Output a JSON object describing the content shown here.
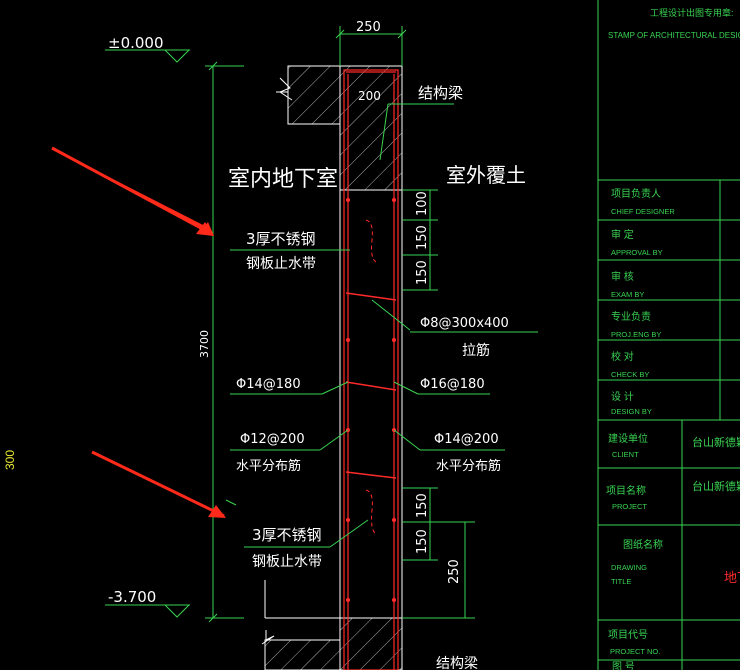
{
  "colors": {
    "background": "#000000",
    "text": "#ffffff",
    "dimension": "#39d352",
    "rebar": "#ff2a2a",
    "concrete": "#ffffff",
    "titleblock": "#39d352",
    "arrow": "#ff2a1a",
    "side_dim": "#e8e832"
  },
  "drawing": {
    "elevation_top": "±0.000",
    "elevation_bottom": "-3.700",
    "wall_thickness": "250",
    "beam_height": "200",
    "structural_beam": "结构梁",
    "total_height": "3700",
    "side_dim": "300",
    "indoor_label": "室内地下室",
    "outdoor_label": "室外覆土",
    "waterstop_line1": "3厚不锈钢",
    "waterstop_line2": "钢板止水带",
    "waterstop2_line1": "3厚不锈钢",
    "waterstop2_line2": "钢板止水带",
    "dim_top_100": "100",
    "dim_top_150a": "150",
    "dim_top_150b": "150",
    "dim_bot_150a": "150",
    "dim_bot_150b": "150",
    "dim_bot_250": "250",
    "tie_bar": "Φ8@300x400",
    "tie_bar_label": "拉筋",
    "rebar_in_vert": "Φ14@180",
    "rebar_out_vert": "Φ16@180",
    "rebar_in_horiz": "Φ12@200",
    "rebar_in_horiz_label": "水平分布筋",
    "rebar_out_horiz": "Φ14@200",
    "rebar_out_horiz_label": "水平分布筋",
    "structural_beam_bottom": "结构梁"
  },
  "titleblock": {
    "stamp_cn": "工程设计出图专用章:",
    "stamp_en": "STAMP OF ARCHITECTURAL DESIGN",
    "rows": [
      {
        "cn": "项目负责人",
        "en": "CHIEF DESIGNER"
      },
      {
        "cn": "审  定",
        "en": "APPROVAL BY"
      },
      {
        "cn": "审  核",
        "en": "EXAM BY"
      },
      {
        "cn": "专业负责",
        "en": "PROJ.ENG BY"
      },
      {
        "cn": "校  对",
        "en": "CHECK BY"
      },
      {
        "cn": "设  计",
        "en": "DESIGN BY"
      }
    ],
    "client_cn": "建设单位",
    "client_en": "CLIENT",
    "client_value": "台山新德颖",
    "project_cn": "项目名称",
    "project_en": "PROJECT",
    "project_value": "台山新德颖",
    "drawing_cn": "图纸名称",
    "drawing_en1": "DRAWING",
    "drawing_en2": "TITLE",
    "drawing_value": "地下",
    "projno_cn": "项目代号",
    "projno_en": "PROJECT NO.",
    "last_cn": "图  号"
  }
}
